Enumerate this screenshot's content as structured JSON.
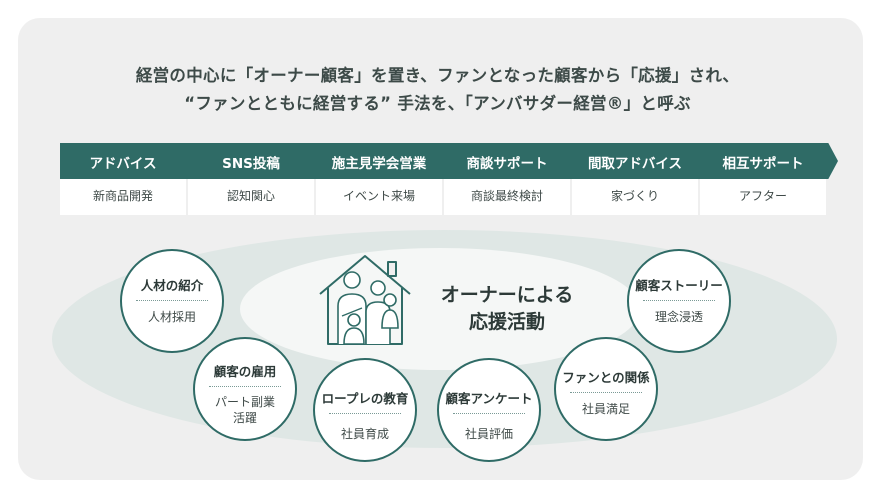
{
  "headline": {
    "line1": "経営の中心に「オーナー顧客」を置き、ファンとなった顧客から「応援」され、",
    "line2": "“ファンとともに経営する” 手法を、「アンバサダー経営®」と呼ぶ"
  },
  "steps": [
    {
      "title": "アドバイス",
      "sub": "新商品開発"
    },
    {
      "title": "SNS投稿",
      "sub": "認知関心"
    },
    {
      "title": "施主見学会営業",
      "sub": "イベント来場"
    },
    {
      "title": "商談サポート",
      "sub": "商談最終検討"
    },
    {
      "title": "間取アドバイス",
      "sub": "家づくり"
    },
    {
      "title": "相互サポート",
      "sub": "アフター"
    }
  ],
  "center": {
    "line1": "オーナーによる",
    "line2": "応援活動"
  },
  "circles": [
    {
      "title": "人材の紹介",
      "sub": "人材採用"
    },
    {
      "title": "顧客の雇用",
      "sub": "パート副業\n活躍"
    },
    {
      "title": "ロープレの教育",
      "sub": "社員育成"
    },
    {
      "title": "顧客アンケート",
      "sub": "社員評価"
    },
    {
      "title": "ファンとの関係",
      "sub": "社員満足"
    },
    {
      "title": "顧客ストーリー",
      "sub": "理念浸透"
    }
  ],
  "colors": {
    "accent": "#2f6b66",
    "ring": "#dfe7e5",
    "panel": "#efefef"
  }
}
